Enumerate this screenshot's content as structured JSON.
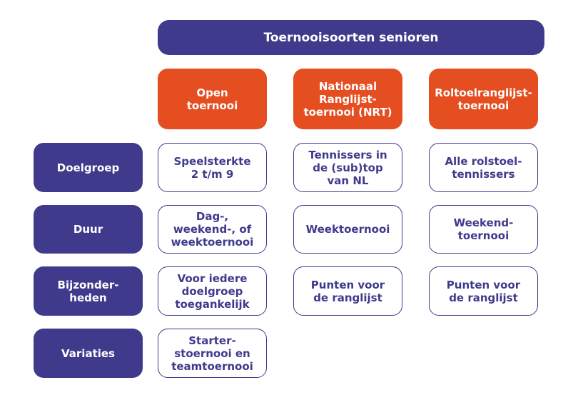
{
  "title": "Toernooisoorten senioren",
  "columns": [
    "Open\ntoernooi",
    "Nationaal\nRanglijst-\ntoernooi (NRT)",
    "Roltoelranglijst-\ntoernooi"
  ],
  "rows": [
    {
      "label": "Doelgroep",
      "cells": [
        "Speelsterkte\n2 t/m 9",
        "Tennissers in\nde (sub)top\nvan NL",
        "Alle rolstoel-\ntennissers"
      ]
    },
    {
      "label": "Duur",
      "cells": [
        "Dag-,\nweekend-, of\nweektoernooi",
        "Weektoernooi",
        "Weekend-\ntoernooi"
      ]
    },
    {
      "label": "Bijzonder-\nheden",
      "cells": [
        "Voor iedere\ndoelgroep\ntoegankelijk",
        "Punten voor\nde ranglijst",
        "Punten voor\nde ranglijst"
      ]
    },
    {
      "label": "Variaties",
      "cells": [
        "Starter-\nstoernooi en\nteamtoernooi"
      ]
    }
  ],
  "colors": {
    "navy": "#3f3a8c",
    "orange": "#e44e21"
  }
}
